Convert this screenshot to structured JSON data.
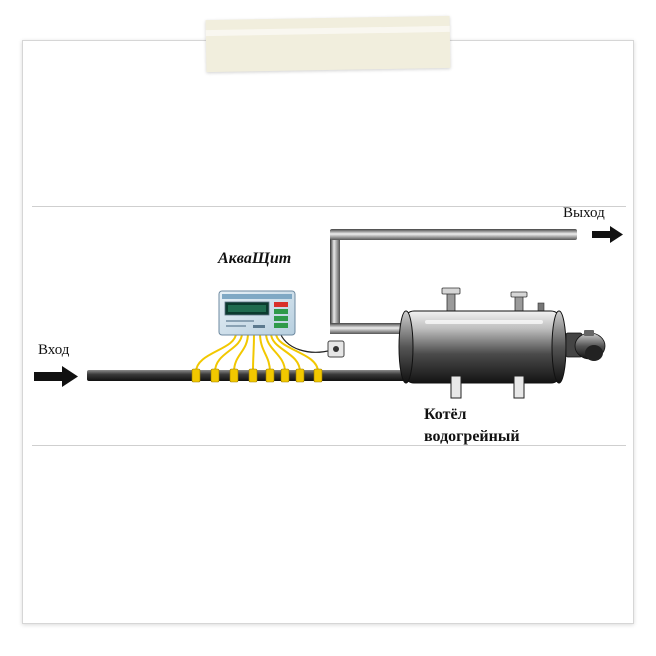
{
  "labels": {
    "inlet": "Вход",
    "outlet": "Выход",
    "device": "АкваЩит",
    "boiler_line1": "Котёл",
    "boiler_line2": "водогрейный"
  },
  "colors": {
    "pipe": "#303030",
    "wires": "#f2c800",
    "device_body": "#cfe0ec",
    "device_screen": "#0a3a2e",
    "boiler_top": "#e6e6e6",
    "boiler_bottom": "#1e1e1e"
  },
  "icons": [
    "inlet-arrow-icon",
    "outlet-arrow-icon",
    "burner-icon"
  ]
}
